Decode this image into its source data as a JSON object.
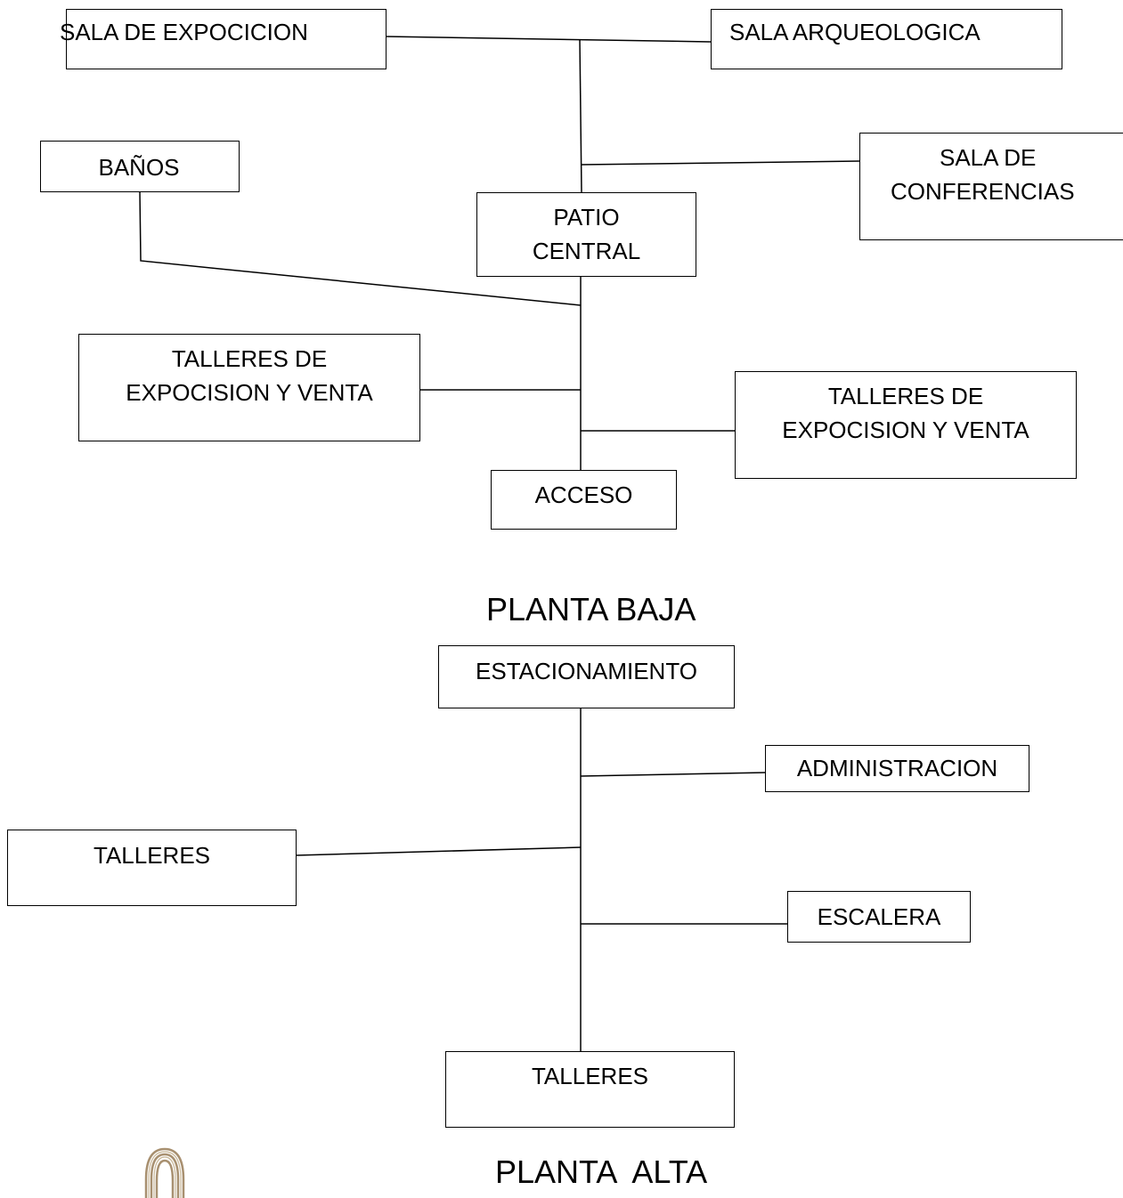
{
  "planta_baja": {
    "title": "PLANTA BAJA",
    "nodes": {
      "sala_expocicion": "SALA DE EXPOCICION",
      "sala_arqueologica": "SALA ARQUEOLOGICA",
      "banos": "BAÑOS",
      "sala_conferencias": [
        "SALA DE",
        "CONFERENCIAS"
      ],
      "patio_central": [
        "PATIO",
        "CENTRAL"
      ],
      "talleres_left": [
        "TALLERES DE",
        "EXPOCISION Y VENTA"
      ],
      "talleres_right": [
        "TALLERES DE",
        "EXPOCISION Y VENTA"
      ],
      "acceso": "ACCESO"
    }
  },
  "planta_alta": {
    "title": "PLANTA  ALTA",
    "nodes": {
      "estacionamiento": "ESTACIONAMIENTO",
      "administracion": "ADMINISTRACION",
      "talleres_left": "TALLERES",
      "escalera": "ESCALERA",
      "talleres_bottom": "TALLERES"
    }
  },
  "colors": {
    "line": "#000000",
    "logo": "#a89070"
  },
  "icons": {
    "logo": "arch-logo-icon"
  }
}
